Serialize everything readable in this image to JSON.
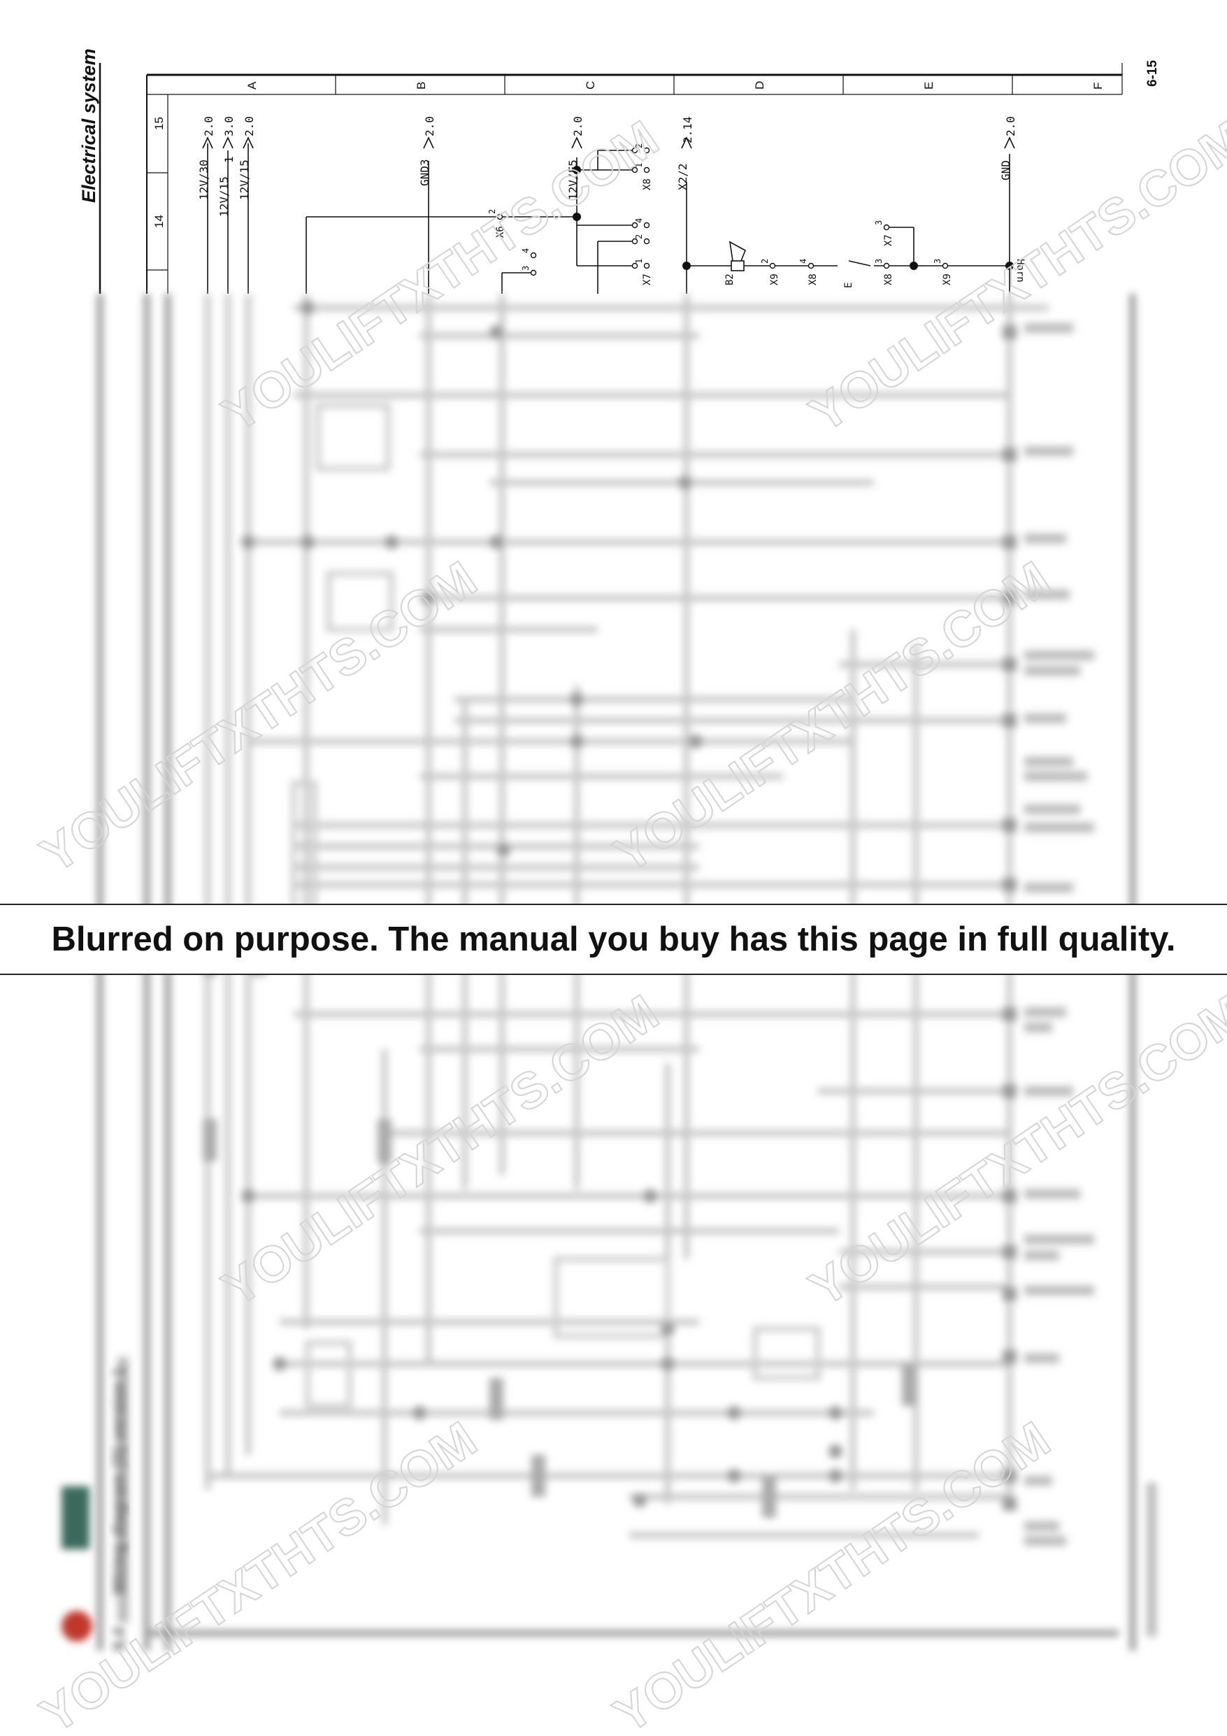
{
  "document": {
    "section_title": "Electrical system",
    "page_number": "6-15",
    "footer_section": "6.4",
    "footer_title": "Wiring diagram (S) version 1"
  },
  "grid": {
    "columns": [
      "A",
      "B",
      "C",
      "D",
      "E",
      "F"
    ],
    "rows": [
      "15",
      "14"
    ]
  },
  "signals": {
    "v30": "12V/30",
    "v15a": "12V/15",
    "v15b": "12V/15",
    "v15a_num": "1",
    "gnd3": "GND3",
    "f5": "12V/F5",
    "x22": "X2/2",
    "gnd": "GND",
    "ref_20": "2.0",
    "ref_30": "3.0",
    "ref_214": "2.14"
  },
  "components": {
    "x6": "X6",
    "x7": "X7",
    "x8": "X8",
    "x9": "X9",
    "b2": "B2",
    "e": "E",
    "horn": "Horn"
  },
  "pins": {
    "p1": "1",
    "p2": "2",
    "p3": "3",
    "p4": "4"
  },
  "watermark": "YOULIFTXTHTS.COM",
  "notice": "Blurred on purpose. The manual you buy has this page in full quality."
}
